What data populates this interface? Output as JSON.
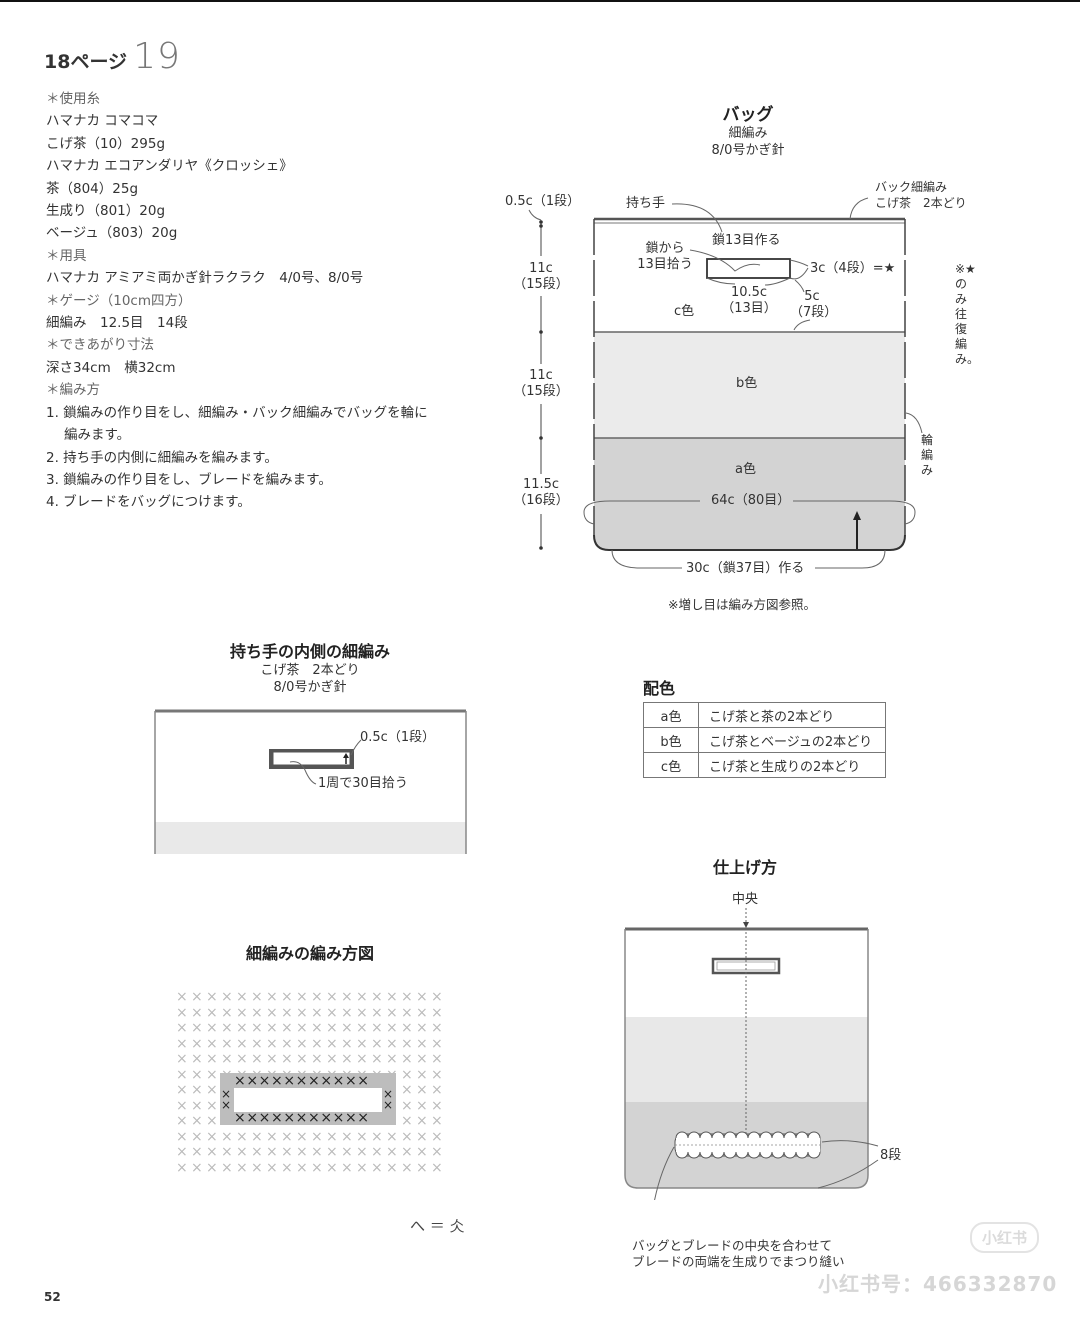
{
  "page": {
    "ref_page": "18ページ",
    "pattern_number": "19",
    "page_number": "52"
  },
  "materials": {
    "yarn_heading": "＊使用糸",
    "yarn_lines": [
      "ハマナカ コマコマ",
      "こげ茶（10）295g",
      "ハマナカ エコアンダリヤ《クロッシェ》",
      "茶（804）25g",
      "生成り（801）20g",
      "ベージュ（803）20g"
    ],
    "tools_heading": "＊用具",
    "tools_line": "ハマナカ アミアミ両かぎ針ラクラク　4/0号、8/0号",
    "gauge_heading": "＊ゲージ（10cm四方）",
    "gauge_line": "細編み　12.5目　14段",
    "size_heading": "＊できあがり寸法",
    "size_line": "深さ34cm　横32cm",
    "method_heading": "＊編み方",
    "steps": [
      "1. 鎖編みの作り目をし、細編み・バック細編みでバッグを輪に編みます。",
      "2. 持ち手の内側に細編みを編みます。",
      "3. 鎖編みの作り目をし、ブレードを編みます。",
      "4. ブレードをバッグにつけます。"
    ]
  },
  "bag_diagram": {
    "title": "バッグ",
    "stitch": "細編み",
    "hook": "8/0号かぎ針",
    "top_edge_label_1": "バック細編み",
    "top_edge_label_2": "こげ茶　2本どり",
    "handle_label": "持ち手",
    "chain_make": "鎖13目作る",
    "pick_from_chain_1": "鎖から",
    "pick_from_chain_2": "13目拾う",
    "handle_height": "3c（4段）=★",
    "handle_width_1": "10.5c",
    "handle_width_2": "（13目）",
    "handle_offset_1": "5c",
    "handle_offset_2": "（7段）",
    "dim_top": "0.5c（1段）",
    "dim_c_1": "11c",
    "dim_c_2": "（15段）",
    "dim_b_1": "11c",
    "dim_b_2": "（15段）",
    "dim_a_1": "11.5c",
    "dim_a_2": "（16段）",
    "zone_c": "c色",
    "zone_b": "b色",
    "zone_a": "a色",
    "circumference": "64c（80目）",
    "foundation": "30c（鎖37目）作る",
    "round_label": "輪編み",
    "note_vertical": "※★のみ往復編み。",
    "increase_note": "※増し目は編み方図参照。",
    "colors": {
      "c": "#ffffff",
      "b": "#ebebeb",
      "a": "#d3d3d3",
      "outline": "#555555"
    }
  },
  "handle_inner": {
    "title": "持ち手の内側の細編み",
    "yarn": "こげ茶　2本どり",
    "hook": "8/0号かぎ針",
    "height_label": "0.5c（1段）",
    "pickup_label": "1周で30目拾う"
  },
  "color_table": {
    "title": "配色",
    "rows": [
      {
        "key": "a色",
        "value": "こげ茶と茶の2本どり"
      },
      {
        "key": "b色",
        "value": "こげ茶とベージュの2本どり"
      },
      {
        "key": "c色",
        "value": "こげ茶と生成りの2本どり"
      }
    ]
  },
  "stitch_chart": {
    "title": "細編みの編み方図",
    "legend": "へ ＝ 仌",
    "symbol": "×",
    "grid_cols": 18,
    "grid_rows": 12
  },
  "finishing": {
    "title": "仕上げ方",
    "center_label": "中央",
    "rows_label": "8段",
    "note_1": "バッグとブレードの中央を合わせて",
    "note_2": "ブレードの両端を生成りでまつり縫い"
  },
  "watermark": {
    "badge": "小红书",
    "text": "小红书号：466332870"
  }
}
